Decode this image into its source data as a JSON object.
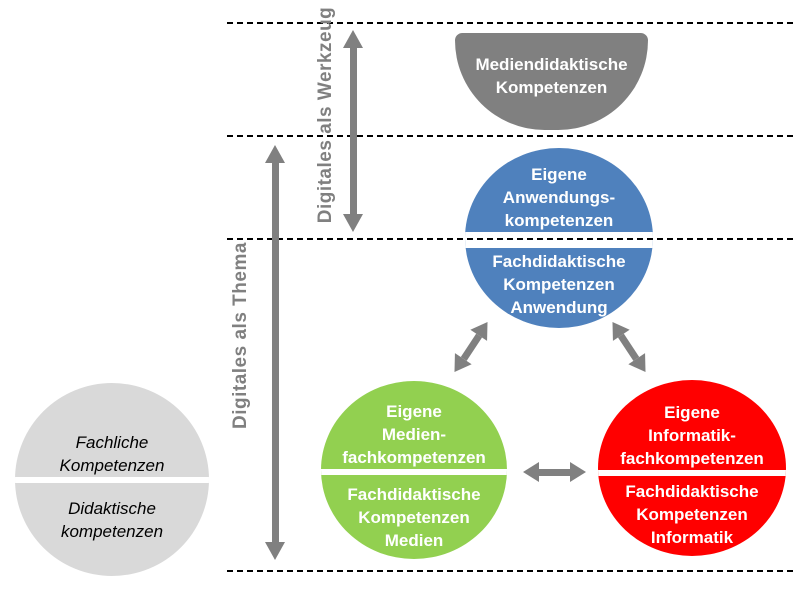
{
  "axis_labels": {
    "werkzeug": "Digitales als Werkzeug",
    "thema": "Digitales als Thema"
  },
  "colors": {
    "blue": "#4F81BD",
    "green": "#92D050",
    "red": "#FF0000",
    "dark_gray": "#808080",
    "light_gray": "#D9D9D9",
    "arrow_gray": "#808080",
    "dash_black": "#000000"
  },
  "nodes": {
    "teacher": {
      "top_lines": [
        "Fachliche",
        "Kompetenzen"
      ],
      "bottom_lines": [
        "Didaktische",
        "kompetenzen"
      ]
    },
    "media_didactic": {
      "lines": [
        "Mediendidaktische",
        "Kompetenzen"
      ]
    },
    "application": {
      "top_lines": [
        "Eigene",
        "Anwendungs-",
        "kompetenzen"
      ],
      "bottom_lines": [
        "Fachdidaktische",
        "Kompetenzen",
        "Anwendung"
      ]
    },
    "media": {
      "top_lines": [
        "Eigene",
        "Medien-",
        "fachkompetenzen"
      ],
      "bottom_lines": [
        "Fachdidaktische",
        "Kompetenzen",
        "Medien"
      ]
    },
    "informatics": {
      "top_lines": [
        "Eigene",
        "Informatik-",
        "fachkompetenzen"
      ],
      "bottom_lines": [
        "Fachdidaktische",
        "Kompetenzen",
        "Informatik"
      ]
    }
  }
}
